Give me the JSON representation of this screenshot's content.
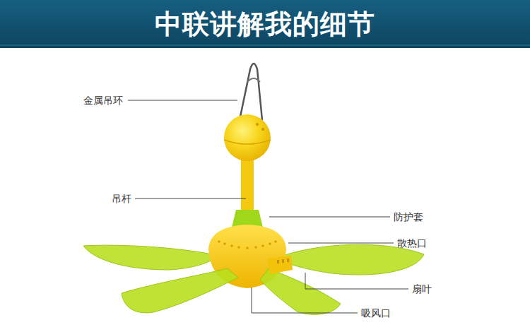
{
  "diagram": {
    "title": "中联讲解我的细节",
    "labels": [
      "金属吊环",
      "吊杆",
      "防护套",
      "散热口",
      "扇叶",
      "吸风口"
    ]
  }
}
